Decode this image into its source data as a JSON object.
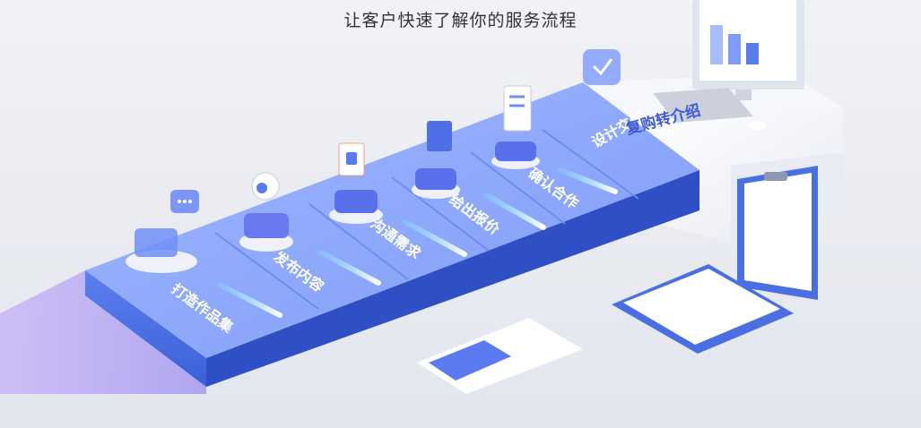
{
  "title": "让客户快速了解你的服务流程",
  "steps": [
    {
      "label": "打造作品集"
    },
    {
      "label": "发布内容"
    },
    {
      "label": "沟通需求"
    },
    {
      "label": "给出报价"
    },
    {
      "label": "确认合作"
    },
    {
      "label": "设计交付"
    }
  ],
  "final_step": {
    "label": "复购转介绍"
  },
  "colors": {
    "step_top": "#8ea8ff",
    "step_front": "#4a6fe3",
    "step_side": "#2f4fc4",
    "accent_glow": "#9ff3ff",
    "label": "#ffffff",
    "final_label": "#3d5bd8"
  }
}
